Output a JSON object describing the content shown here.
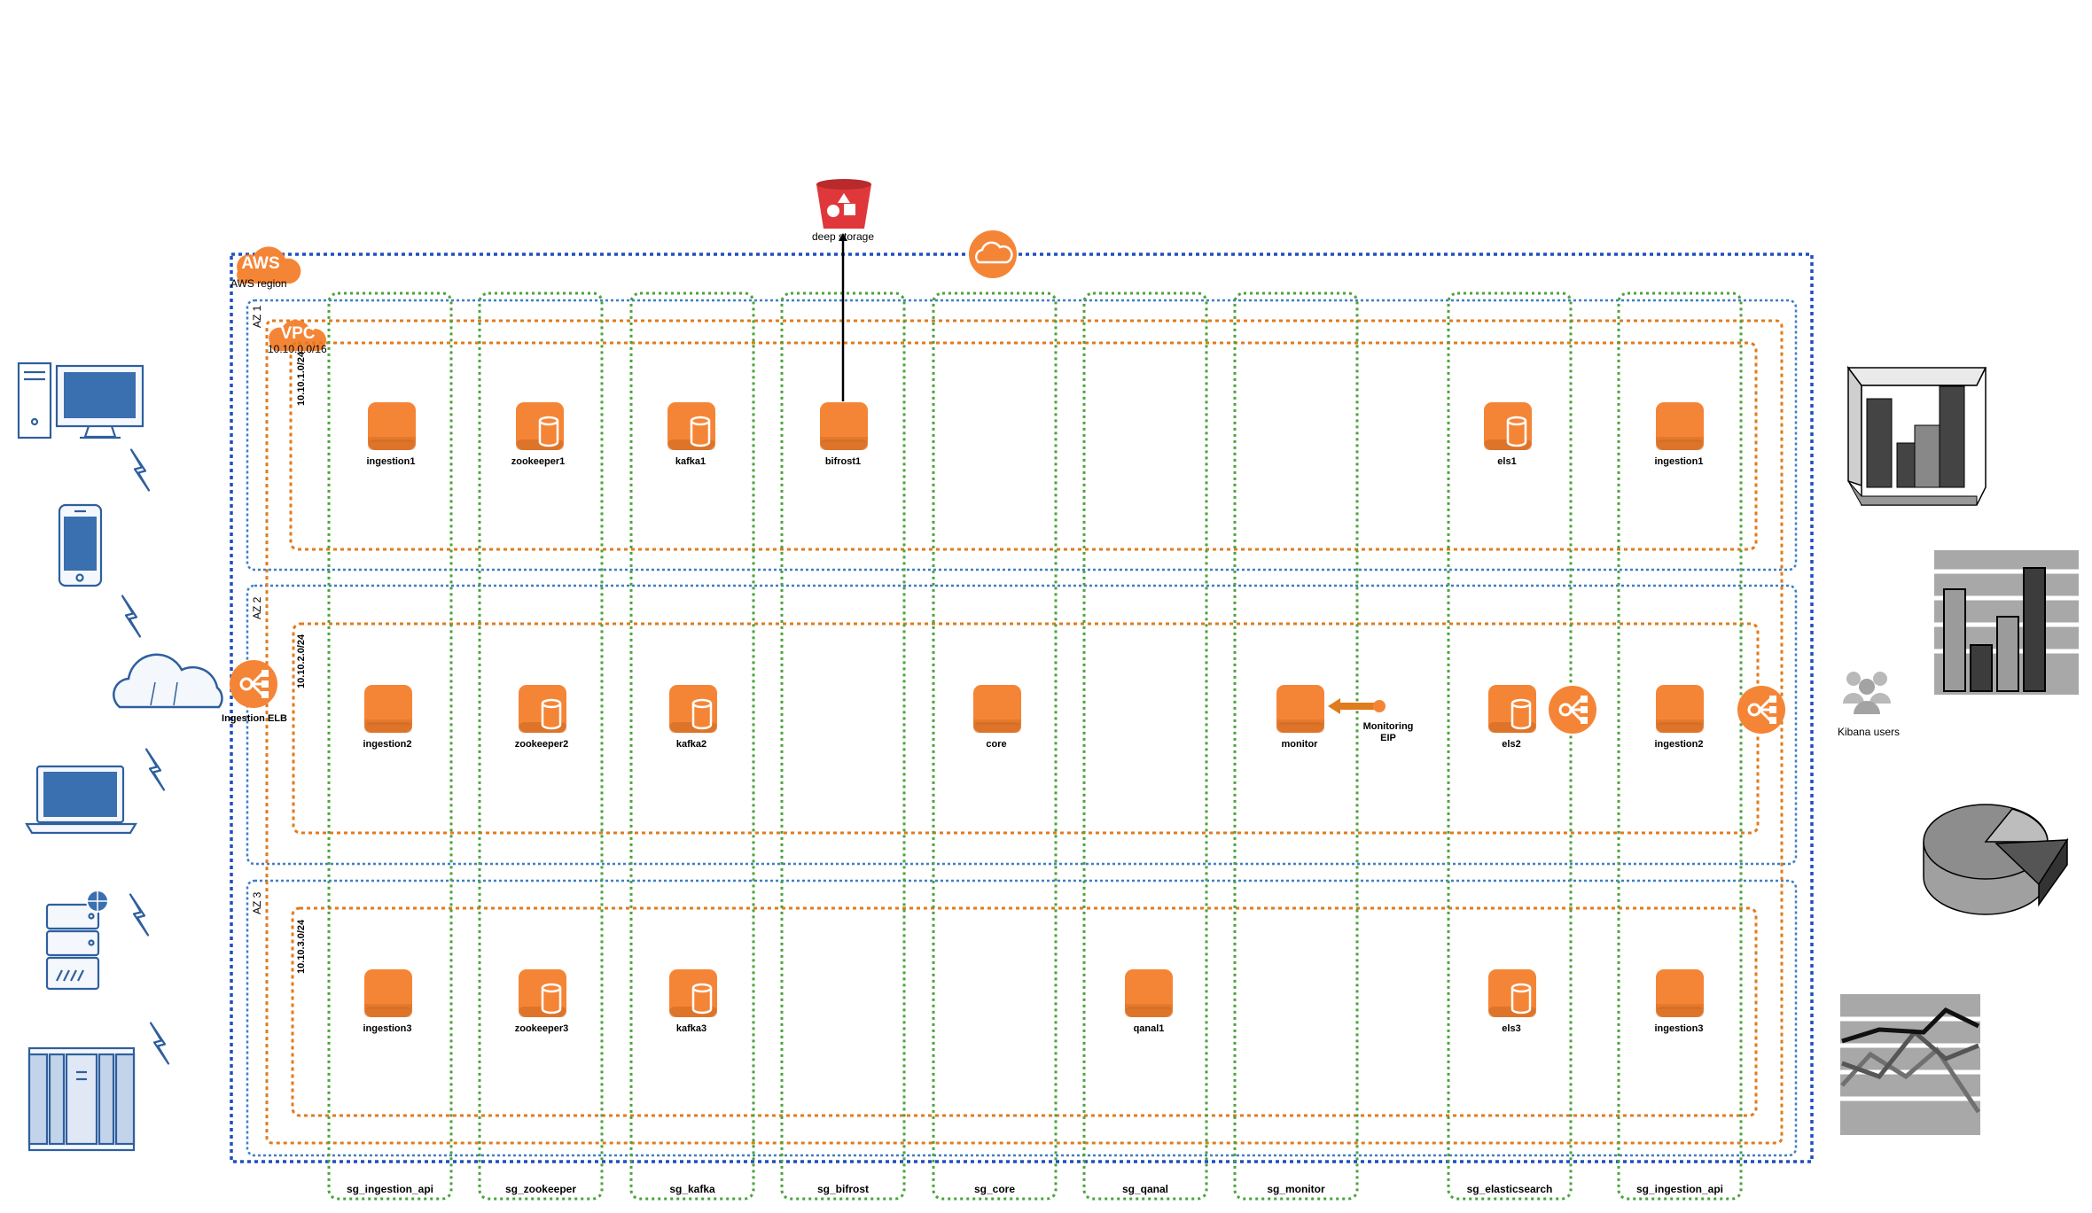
{
  "region": {
    "label": "AWS region",
    "badge": "AWS"
  },
  "vpc": {
    "badge": "VPC",
    "cidr": "10.10.0.0/16"
  },
  "storage": {
    "label": "deep storage"
  },
  "availability_zones": [
    {
      "label": "AZ 1",
      "subnet": "10.10.1.0/24"
    },
    {
      "label": "AZ 2",
      "subnet": "10.10.2.0/24"
    },
    {
      "label": "AZ 3",
      "subnet": "10.10.3.0/24"
    }
  ],
  "security_groups": [
    "sg_ingestion_api",
    "sg_zookeeper",
    "sg_kafka",
    "sg_bifrost",
    "sg_core",
    "sg_qanal",
    "sg_monitor",
    "sg_elasticsearch",
    "sg_ingestion_api"
  ],
  "instances": {
    "az1": [
      "ingestion1",
      "zookeeper1",
      "kafka1",
      "bifrost1",
      "els1",
      "ingestion1"
    ],
    "az2": [
      "ingestion2",
      "zookeeper2",
      "kafka2",
      "core",
      "monitor",
      "els2",
      "ingestion2"
    ],
    "az3": [
      "ingestion3",
      "zookeeper3",
      "kafka3",
      "qanal1",
      "els3",
      "ingestion3"
    ]
  },
  "elb": {
    "label": "Ingestion ELB"
  },
  "eip": {
    "label_line1": "Monitoring",
    "label_line2": "EIP"
  },
  "users": {
    "label": "Kibana users"
  },
  "colors": {
    "aws_orange": "#f58536",
    "region_border": "#1f4fbf",
    "az_border": "#3d7fc4",
    "subnet_border": "#e07b1e",
    "sg_border": "#4aa33a",
    "s3_red": "#e0383a",
    "client_blue": "#2e5f9e"
  },
  "icons": {
    "clients": [
      "desktop-icon",
      "smartphone-icon",
      "internet-cloud-icon",
      "laptop-icon",
      "web-server-icon",
      "datacenter-icon"
    ],
    "charts": [
      "bar-chart-3d-icon",
      "bar-chart-icon",
      "pie-chart-icon",
      "line-chart-icon"
    ]
  }
}
